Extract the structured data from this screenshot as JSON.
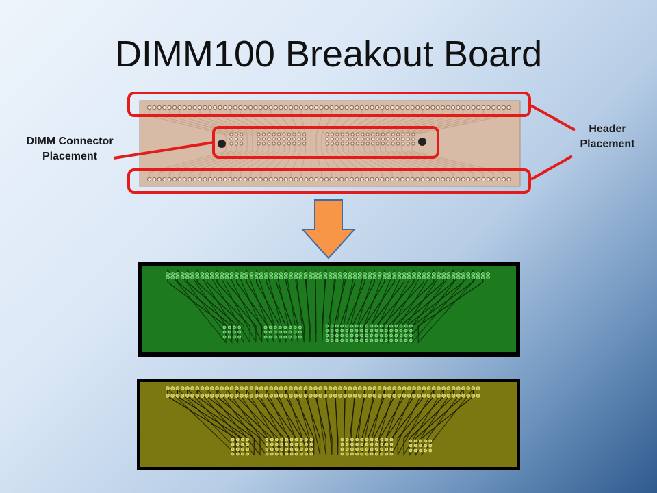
{
  "slide": {
    "title": "DIMM100 Breakout Board"
  },
  "labels": {
    "dimm_connector": [
      "DIMM Connector",
      "Placement"
    ],
    "header": [
      "Header",
      "Placement"
    ]
  },
  "colors": {
    "highlight": "#e31b1b",
    "arrow_fill": "#f79646",
    "arrow_stroke": "#3e6cab",
    "photo_board": "#d9bea9",
    "green_board": "#1f7a1f",
    "olive_board": "#7d7a12"
  }
}
